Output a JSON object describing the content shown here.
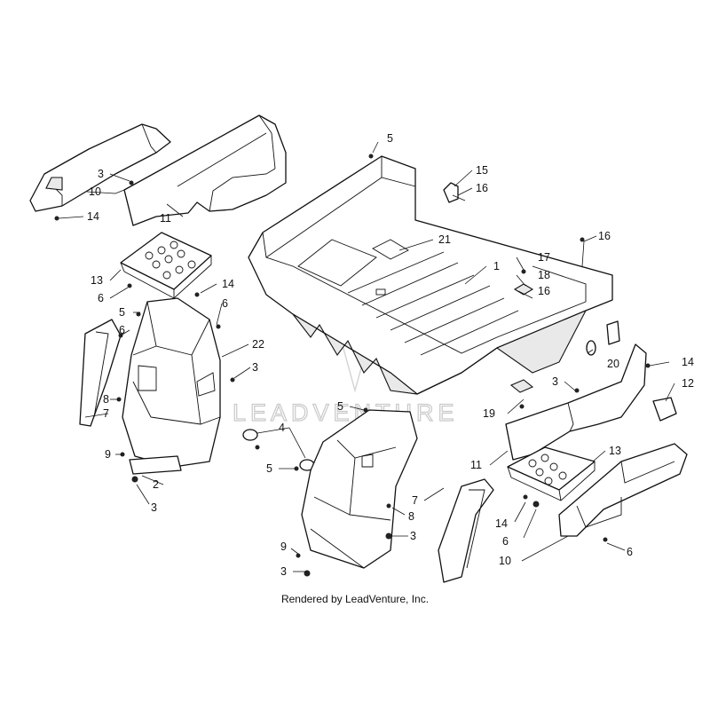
{
  "watermark": "LEADVENTURE",
  "credit": "Rendered by LeadVenture, Inc.",
  "callouts": [
    {
      "id": "c1",
      "label": "5"
    },
    {
      "id": "c2",
      "label": "15"
    },
    {
      "id": "c3",
      "label": "16"
    },
    {
      "id": "c4",
      "label": "3"
    },
    {
      "id": "c5",
      "label": "10"
    },
    {
      "id": "c6",
      "label": "14"
    },
    {
      "id": "c7",
      "label": "11"
    },
    {
      "id": "c8",
      "label": "21"
    },
    {
      "id": "c9",
      "label": "16"
    },
    {
      "id": "c10",
      "label": "17"
    },
    {
      "id": "c11",
      "label": "18"
    },
    {
      "id": "c12",
      "label": "1"
    },
    {
      "id": "c13",
      "label": "16"
    },
    {
      "id": "c14",
      "label": "13"
    },
    {
      "id": "c15",
      "label": "6"
    },
    {
      "id": "c16",
      "label": "14"
    },
    {
      "id": "c17",
      "label": "6"
    },
    {
      "id": "c18",
      "label": "5"
    },
    {
      "id": "c19",
      "label": "6"
    },
    {
      "id": "c20",
      "label": "22"
    },
    {
      "id": "c21",
      "label": "3"
    },
    {
      "id": "c22",
      "label": "20"
    },
    {
      "id": "c23",
      "label": "14"
    },
    {
      "id": "c24",
      "label": "12"
    },
    {
      "id": "c25",
      "label": "8"
    },
    {
      "id": "c26",
      "label": "7"
    },
    {
      "id": "c27",
      "label": "3"
    },
    {
      "id": "c28",
      "label": "19"
    },
    {
      "id": "c29",
      "label": "5"
    },
    {
      "id": "c30",
      "label": "4"
    },
    {
      "id": "c31",
      "label": "9"
    },
    {
      "id": "c32",
      "label": "5"
    },
    {
      "id": "c33",
      "label": "2"
    },
    {
      "id": "c34",
      "label": "3"
    },
    {
      "id": "c35",
      "label": "11"
    },
    {
      "id": "c36",
      "label": "13"
    },
    {
      "id": "c37",
      "label": "7"
    },
    {
      "id": "c38",
      "label": "8"
    },
    {
      "id": "c39",
      "label": "3"
    },
    {
      "id": "c40",
      "label": "14"
    },
    {
      "id": "c41",
      "label": "6"
    },
    {
      "id": "c42",
      "label": "10"
    },
    {
      "id": "c43",
      "label": "6"
    },
    {
      "id": "c44",
      "label": "9"
    },
    {
      "id": "c45",
      "label": "3"
    }
  ]
}
